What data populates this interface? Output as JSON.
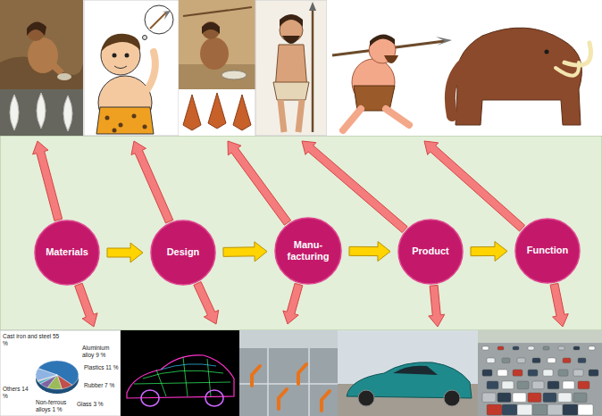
{
  "diagram": {
    "nodes": [
      {
        "text": [
          "Materials"
        ]
      },
      {
        "text": [
          "Design"
        ]
      },
      {
        "text": [
          "Manu- facturing"
        ]
      },
      {
        "text": [
          "Product"
        ]
      },
      {
        "text": [
          "Function"
        ]
      }
    ],
    "edges": [
      {
        "from": 0,
        "to": 1,
        "arrow": "to"
      },
      {
        "from": 1,
        "to": 2,
        "arrow": "to"
      },
      {
        "from": 2,
        "to": 3,
        "arrow": "to"
      },
      {
        "from": 3,
        "to": 4,
        "arrow": "to"
      }
    ],
    "labels": [
      "Cast iron and steel 55 %",
      "Aluminium alloy 9 %",
      "Plastics 11 %",
      "Rubber 7 %",
      "Glass 3 %",
      "Non-ferrous alloys 1 %",
      "Others 14 %"
    ]
  }
}
